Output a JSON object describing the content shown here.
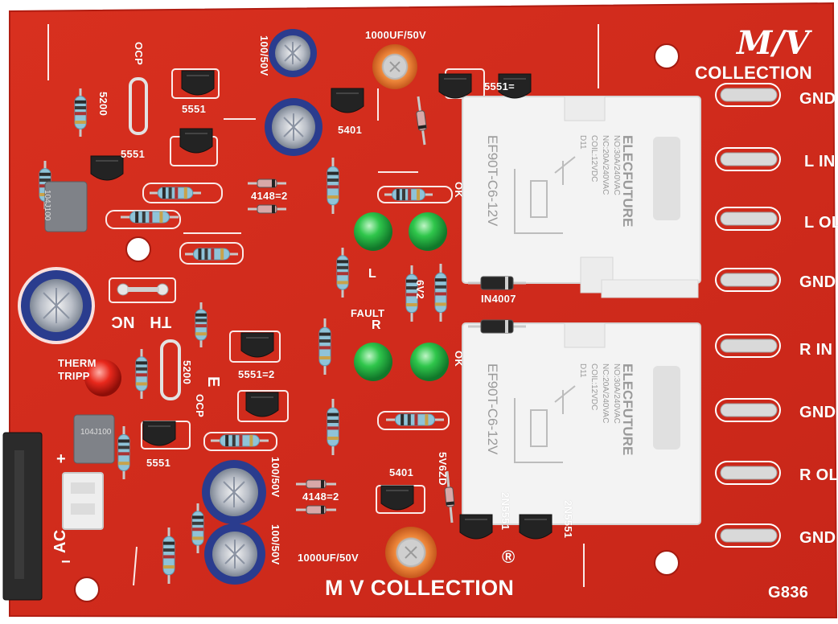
{
  "board": {
    "brand_logo": "M/V",
    "brand_name": "COLLECTION",
    "footer_name": "M V COLLECTION",
    "model": "G836",
    "registered": "®",
    "colors": {
      "pcb": "#d42a1c",
      "silk": "#ffffff",
      "relay": "#f1f1f1",
      "resistor": "#8fc3d8",
      "led": "#2bbf45",
      "capacitor_blue": "#2b3d8f"
    }
  },
  "connectors": [
    "GND",
    "L IN",
    "L OL",
    "GND",
    "R IN",
    "GND",
    "R OL",
    "GND"
  ],
  "labels": {
    "cap_top_left": "100/50V",
    "cap_top_center": "1000UF/50V",
    "ocp_top": "OCP",
    "r_5200_top": "5200",
    "t_5551_a": "5551",
    "t_5551_b": "5551",
    "t_5551_c": "5551",
    "t_5551_top_right": "5551=",
    "t_5401_top": "5401",
    "d_4148_top": "4148=2",
    "ok_top": "OK",
    "l_mark": "L",
    "r_mark": "R",
    "fault": "FAULT",
    "ok_mid": "OK",
    "ic_6v2": "6V2",
    "in4007": "IN4007",
    "th": "TH",
    "nc": "NC",
    "therm": "THERM",
    "tripp": "TRIPP",
    "r_5200_mid": "5200",
    "ocp_mid": "OCP",
    "e_mark": "E",
    "t_5551_eq2": "5551=2",
    "t_5551_bottom": "5551",
    "cap_mid_right": "100/50V",
    "cap_bottom_right": "100/50V",
    "d_4148_bottom": "4148=2",
    "t_5401_bottom": "5401",
    "zener": "5V6ZD",
    "t_2n5551_a": "2N5551",
    "t_2n5551_b": "2N5551",
    "cap_bottom_center": "1000UF/50V",
    "ac": "AC",
    "plus": "+",
    "minus": "−",
    "film_cap": "104J100"
  },
  "relays": [
    {
      "brand": "ELECFUTURE",
      "spec1": "NO:30A/240VAC",
      "spec2": "NC:20A/240VAC",
      "spec3": "COIL:12VDC",
      "spec4": "D11",
      "model": "EF90T-C6-12V"
    },
    {
      "brand": "ELECFUTURE",
      "spec1": "NO:30A/240VAC",
      "spec2": "NC:20A/240VAC",
      "spec3": "COIL:12VDC",
      "spec4": "D11",
      "model": "EF90T-C6-12V"
    }
  ]
}
